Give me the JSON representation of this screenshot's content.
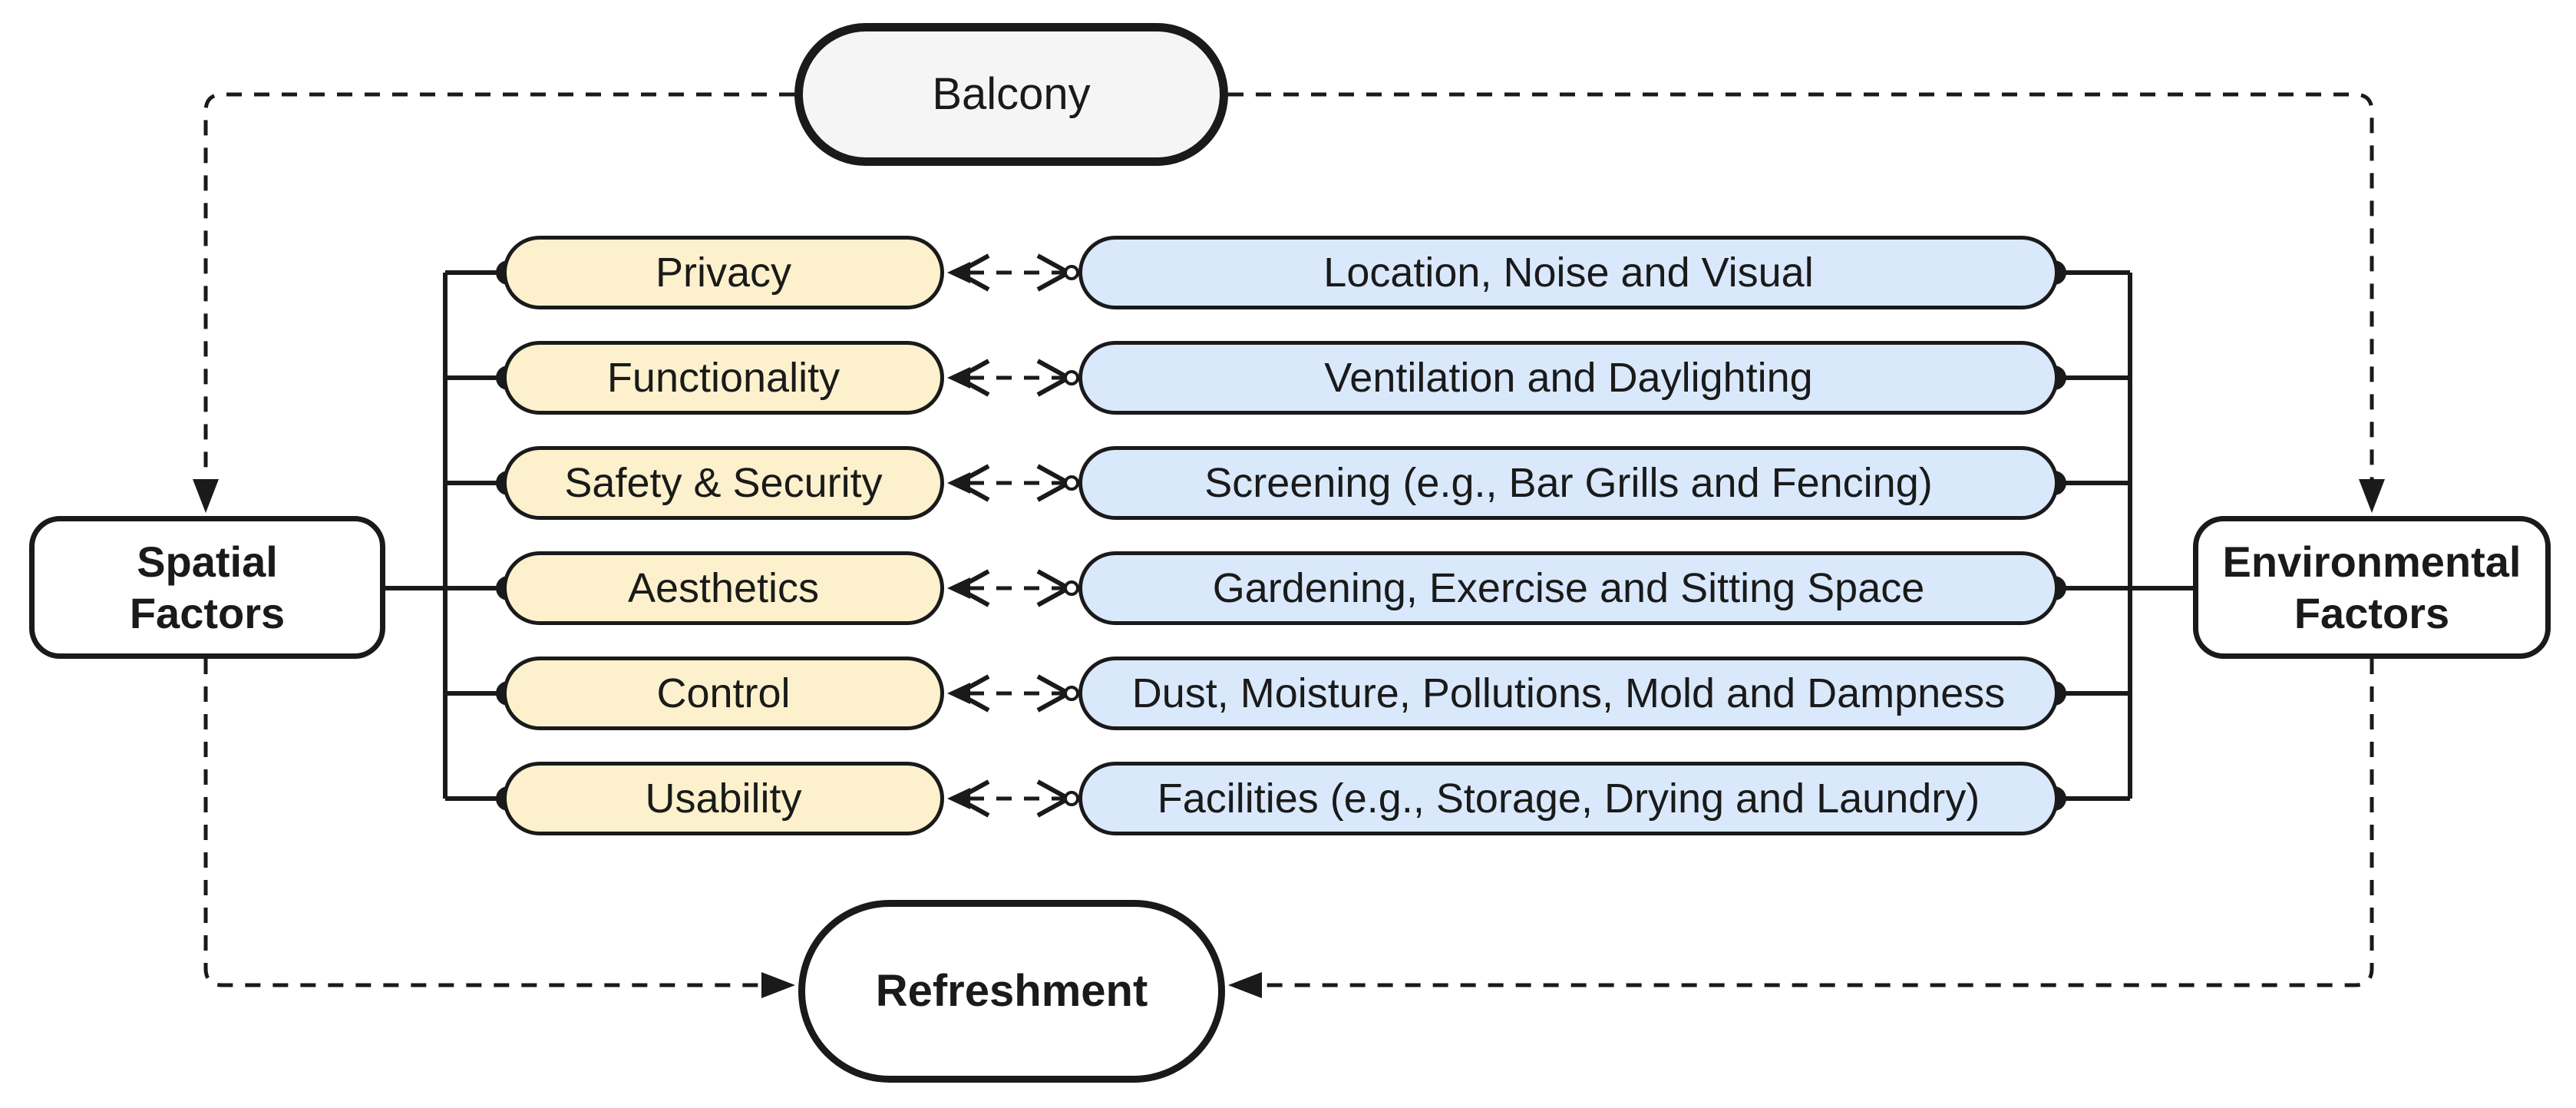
{
  "diagram": {
    "balcony": {
      "label": "Balcony"
    },
    "spatial": {
      "label": "Spatial Factors"
    },
    "environmental": {
      "label": "Environmental Factors"
    },
    "refreshment": {
      "label": "Refreshment"
    },
    "rows": [
      {
        "spatial": "Privacy",
        "environmental": "Location, Noise and Visual"
      },
      {
        "spatial": "Functionality",
        "environmental": "Ventilation and Daylighting"
      },
      {
        "spatial": "Safety & Security",
        "environmental": "Screening (e.g., Bar Grills and Fencing)"
      },
      {
        "spatial": "Aesthetics",
        "environmental": "Gardening, Exercise and Sitting Space"
      },
      {
        "spatial": "Control",
        "environmental": "Dust, Moisture, Pollutions, Mold and Dampness"
      },
      {
        "spatial": "Usability",
        "environmental": "Facilities (e.g., Storage, Drying and Laundry)"
      }
    ],
    "colors": {
      "spatial_fill": "#FCF1CC",
      "environmental_fill": "#D9E8FB",
      "balcony_fill": "#F5F5F5",
      "node_fill": "#FFFFFF",
      "stroke": "#1A1A1A",
      "text": "#1A1A1A"
    }
  }
}
